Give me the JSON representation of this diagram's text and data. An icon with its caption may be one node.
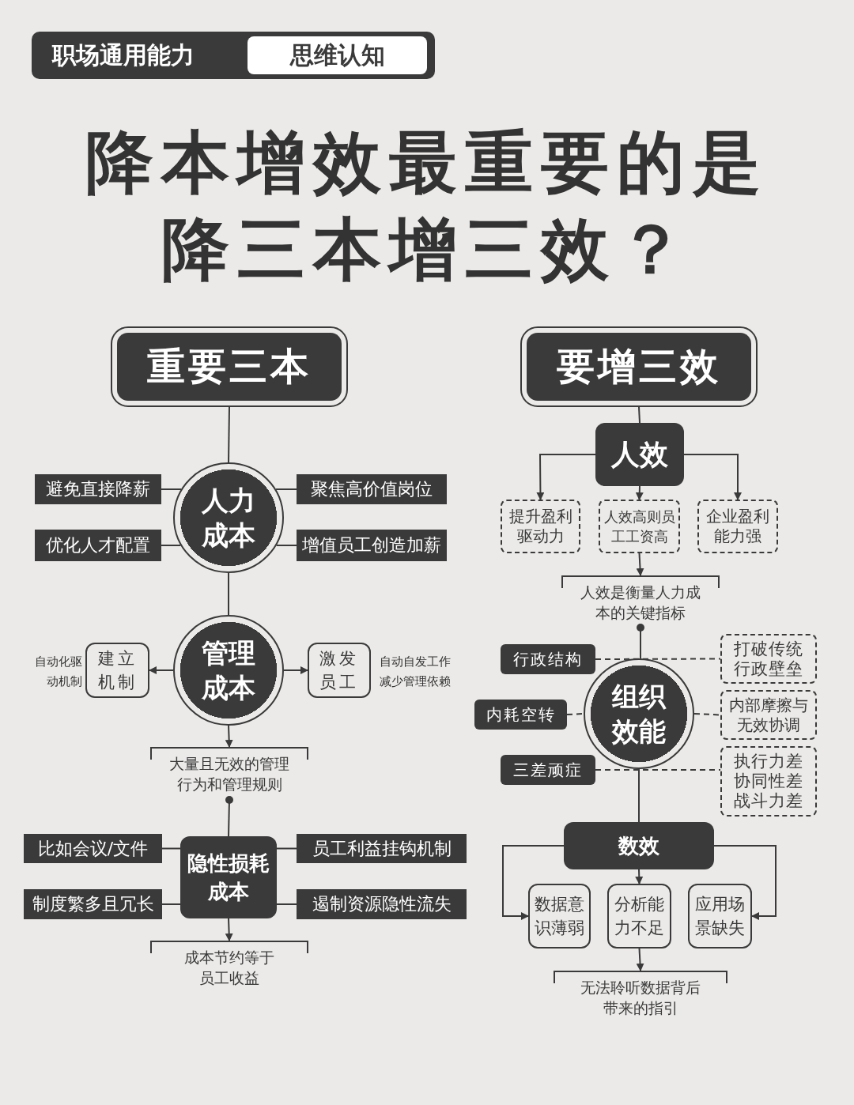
{
  "diagram": {
    "title": "降本增效最重要的是降三本增三效？",
    "nodes": [
      {
        "text": [
          "职场通用能力"
        ]
      },
      {
        "text": [
          "思维认知"
        ],
        "in": 0
      },
      {
        "text": [
          "重要三本"
        ]
      },
      {
        "text": [
          "人力成本"
        ]
      },
      {
        "text": [
          "避免直接降薪"
        ]
      },
      {
        "text": [
          "优化人才配置"
        ]
      },
      {
        "text": [
          "聚焦高价值岗位"
        ]
      },
      {
        "text": [
          "增值员工创造加薪"
        ]
      },
      {
        "text": [
          "管理成本"
        ]
      },
      {
        "text": [
          "建立机制"
        ],
        "beside": [
          "自动化驱动机制"
        ]
      },
      {
        "text": [
          "激发员工"
        ],
        "beside": [
          "自动自发工作减少管理依赖"
        ]
      },
      {
        "text": [
          "大量且无效的管理行为和管理规则"
        ]
      },
      {
        "text": [
          "隐性损耗成本"
        ]
      },
      {
        "text": [
          "比如会议/文件"
        ]
      },
      {
        "text": [
          "制度繁多且冗长"
        ]
      },
      {
        "text": [
          "员工利益挂钩机制"
        ]
      },
      {
        "text": [
          "遏制资源隐性流失"
        ]
      },
      {
        "text": [
          "成本节约等于员工收益"
        ]
      },
      {
        "text": [
          "要增三效"
        ]
      },
      {
        "text": [
          "人效"
        ]
      },
      {
        "text": [
          "提升盈利驱动力"
        ]
      },
      {
        "text": [
          "人效高则员工工资高"
        ]
      },
      {
        "text": [
          "企业盈利能力强"
        ]
      },
      {
        "text": [
          "人效是衡量人力成本的关键指标"
        ]
      },
      {
        "text": [
          "组织效能"
        ]
      },
      {
        "text": [
          "行政结构"
        ]
      },
      {
        "text": [
          "内耗空转"
        ]
      },
      {
        "text": [
          "三差顽症"
        ]
      },
      {
        "text": [
          "打破传统行政壁垒"
        ]
      },
      {
        "text": [
          "内部摩擦与无效协调"
        ]
      },
      {
        "text": [
          "执行力差协同性差战斗力差"
        ]
      },
      {
        "text": [
          "数效"
        ]
      },
      {
        "text": [
          "数据意识薄弱"
        ]
      },
      {
        "text": [
          "分析能力不足"
        ]
      },
      {
        "text": [
          "应用场景缺失"
        ]
      },
      {
        "text": [
          "无法聆听数据背后带来的指引"
        ]
      }
    ],
    "edges": [
      {
        "from": 2,
        "to": 3,
        "arrow": "none"
      },
      {
        "from": 3,
        "to": 4,
        "arrow": "none"
      },
      {
        "from": 3,
        "to": 5,
        "arrow": "none"
      },
      {
        "from": 3,
        "to": 6,
        "arrow": "none"
      },
      {
        "from": 3,
        "to": 7,
        "arrow": "none"
      },
      {
        "from": 3,
        "to": 8,
        "arrow": "none"
      },
      {
        "from": 8,
        "to": 9,
        "arrow": "to"
      },
      {
        "from": 8,
        "to": 10,
        "arrow": "to"
      },
      {
        "from": 8,
        "to": 11,
        "arrow": "to"
      },
      {
        "from": 11,
        "to": 12,
        "arrow": "other"
      },
      {
        "from": 12,
        "to": 13,
        "arrow": "none"
      },
      {
        "from": 12,
        "to": 14,
        "arrow": "none"
      },
      {
        "from": 12,
        "to": 15,
        "arrow": "none"
      },
      {
        "from": 12,
        "to": 16,
        "arrow": "none"
      },
      {
        "from": 12,
        "to": 17,
        "arrow": "to"
      },
      {
        "from": 18,
        "to": 19,
        "arrow": "none"
      },
      {
        "from": 19,
        "to": 20,
        "arrow": "to"
      },
      {
        "from": 19,
        "to": 21,
        "arrow": "to"
      },
      {
        "from": 19,
        "to": 22,
        "arrow": "to"
      },
      {
        "from": 21,
        "to": 23,
        "arrow": "to"
      },
      {
        "from": 23,
        "to": 24,
        "arrow": "other"
      },
      {
        "from": 25,
        "to": 28,
        "arrow": "none",
        "style": "dashed"
      },
      {
        "from": 26,
        "to": 24,
        "arrow": "none",
        "style": "dashed"
      },
      {
        "from": 24,
        "to": 29,
        "arrow": "none",
        "style": "dashed"
      },
      {
        "from": 27,
        "to": 30,
        "arrow": "none",
        "style": "dashed"
      },
      {
        "from": 24,
        "to": 31,
        "arrow": "none"
      },
      {
        "from": 31,
        "to": 32,
        "arrow": "to"
      },
      {
        "from": 31,
        "to": 33,
        "arrow": "to"
      },
      {
        "from": 31,
        "to": 34,
        "arrow": "to"
      },
      {
        "from": 33,
        "to": 35,
        "arrow": "to"
      }
    ]
  }
}
